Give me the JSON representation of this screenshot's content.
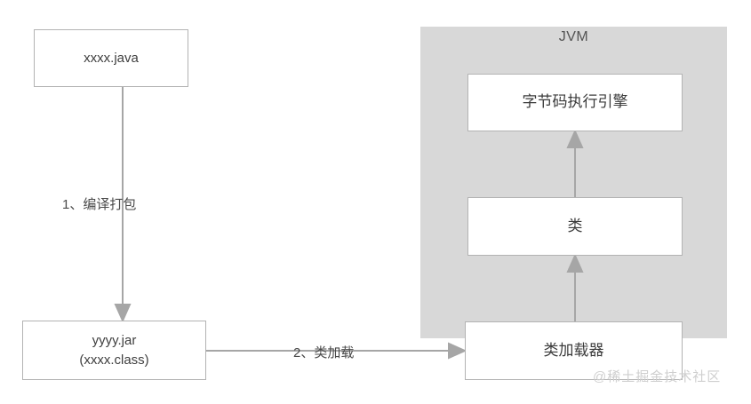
{
  "diagram": {
    "title_panel": "JVM",
    "background_color": "#ffffff",
    "panel_color": "#d8d8d8",
    "box_border_color": "#b3b3b3",
    "arrow_color": "#a6a6a6",
    "boxes": {
      "source_file": "xxxx.java",
      "package_line1": "yyyy.jar",
      "package_line2": "(xxxx.class)",
      "engine": "字节码执行引擎",
      "klass": "类",
      "classloader": "类加载器"
    },
    "arrow_labels": {
      "step1": "1、编译打包",
      "step2": "2、类加载"
    },
    "watermark": "@稀土掘金技术社区"
  }
}
